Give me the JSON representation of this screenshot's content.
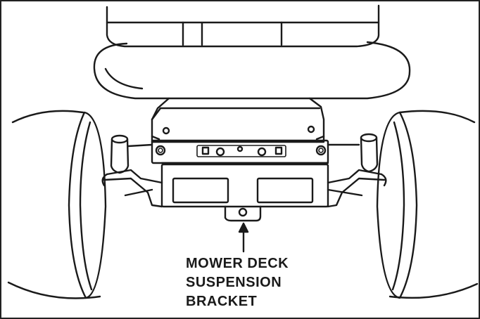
{
  "figure": {
    "callout_label": {
      "line1": "MOWER DECK",
      "line2": "SUSPENSION",
      "line3": "BRACKET"
    },
    "colors": {
      "ink": "#1a1a1a",
      "paper": "#ffffff"
    }
  }
}
